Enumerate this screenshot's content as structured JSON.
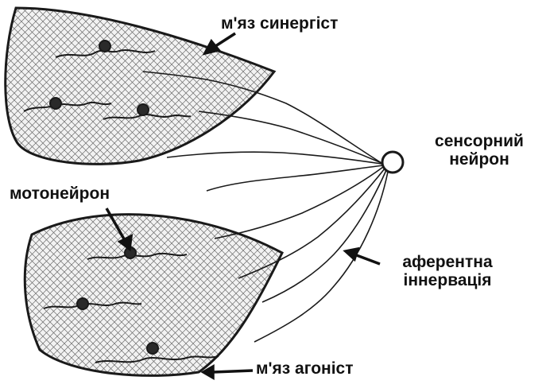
{
  "labels": {
    "synergist": "м'яз синергіст",
    "sensory_neuron_line1": "сенсорний",
    "sensory_neuron_line2": "нейрон",
    "motoneuron": "мотонейрон",
    "afferent_line1": "аферентна",
    "afferent_line2": "іннервація",
    "agonist": "м'яз агоніст"
  },
  "colors": {
    "ink": "#1a1a1a",
    "hatch": "#6a6a6a",
    "muscle_fill": "#f2f2f2"
  }
}
